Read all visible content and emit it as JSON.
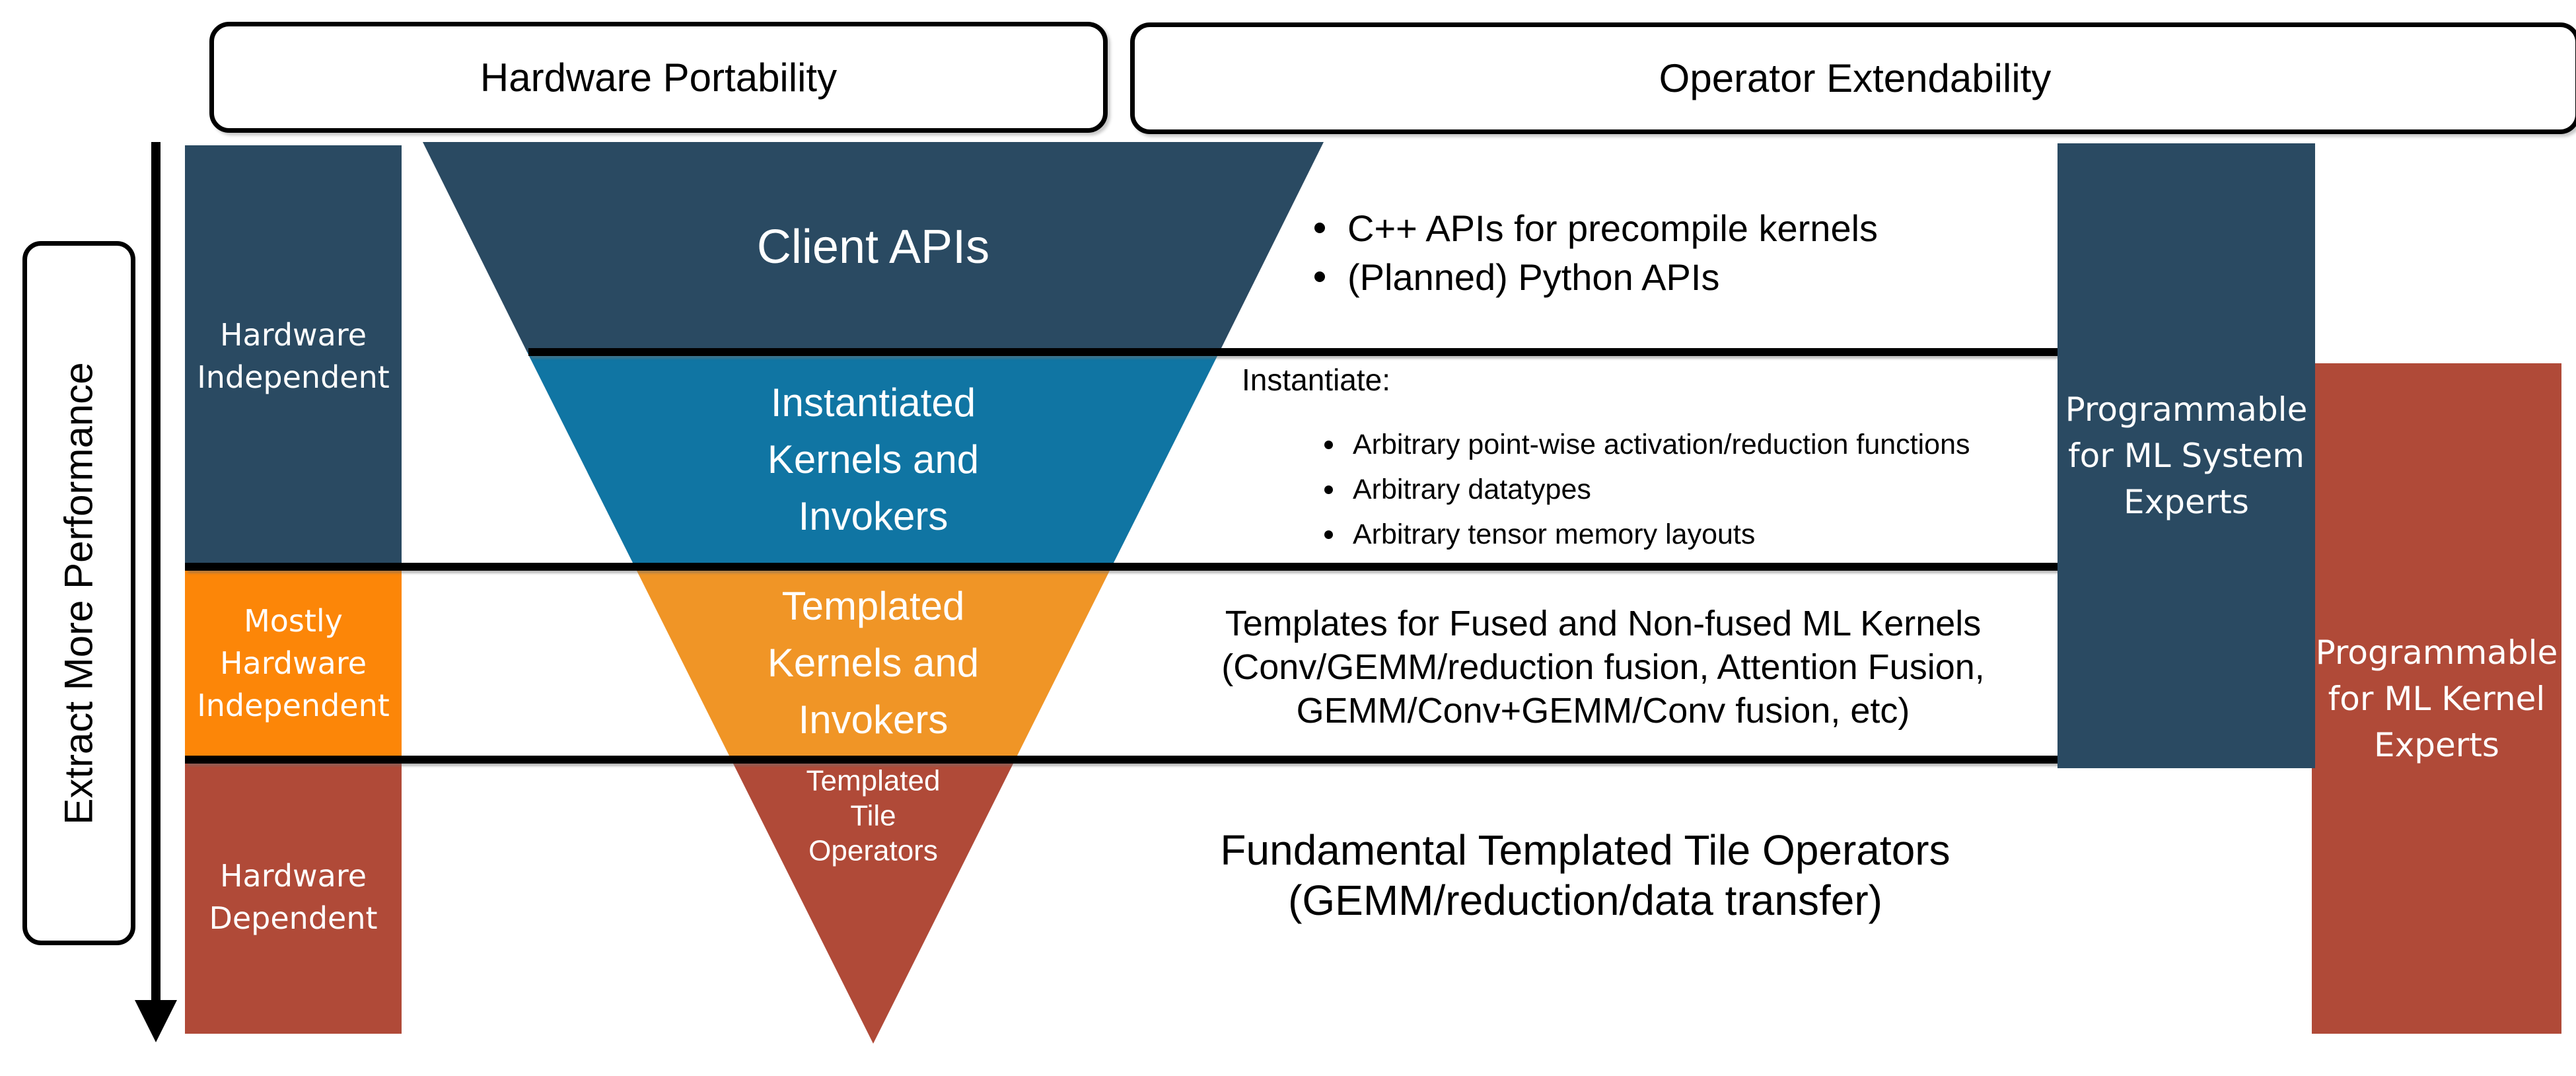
{
  "colors": {
    "navy": "#2A4A62",
    "teal": "#1075A3",
    "funnel_orange": "#F09526",
    "bright_orange": "#FC8608",
    "red": "#B04A38",
    "line_black": "#000000",
    "background": "#FFFFFF"
  },
  "banners": {
    "hardware_portability": "Hardware Portability",
    "operator_extendability": "Operator Extendability"
  },
  "performance_axis": {
    "label": "Extract More Performance"
  },
  "left_column": {
    "hardware_independent": "Hardware\nIndependent",
    "mostly_hardware_independent": "Mostly\nHardware\nIndependent",
    "hardware_dependent": "Hardware\nDependent"
  },
  "funnel": {
    "layers": [
      {
        "name": "client-apis",
        "label": "Client APIs",
        "color": "navy"
      },
      {
        "name": "instantiated-kernels-and-invokers",
        "label": "Instantiated\nKernels and\nInvokers",
        "color": "teal"
      },
      {
        "name": "templated-kernels-and-invokers",
        "label": "Templated\nKernels and\nInvokers",
        "color": "funnel_orange"
      },
      {
        "name": "templated-tile-operators",
        "label": "Templated\nTile\nOperators",
        "color": "red"
      }
    ]
  },
  "annotations": {
    "client_apis": {
      "bullets": [
        "C++ APIs for precompile kernels",
        "(Planned) Python APIs"
      ]
    },
    "instantiated": {
      "heading": "Instantiate:",
      "bullets": [
        "Arbitrary point-wise activation/reduction functions",
        "Arbitrary datatypes",
        "Arbitrary tensor memory layouts"
      ]
    },
    "templated_kernels": {
      "text": "Templates for Fused and Non-fused ML Kernels\n(Conv/GEMM/reduction fusion, Attention Fusion,\nGEMM/Conv+GEMM/Conv fusion, etc)"
    },
    "tile_operators": {
      "text": "Fundamental Templated Tile Operators\n(GEMM/reduction/data transfer)"
    }
  },
  "right_column": {
    "ml_system_experts": "Programmable\nfor ML System\nExperts",
    "ml_kernel_experts": "Programmable\nfor ML Kernel\nExperts"
  }
}
